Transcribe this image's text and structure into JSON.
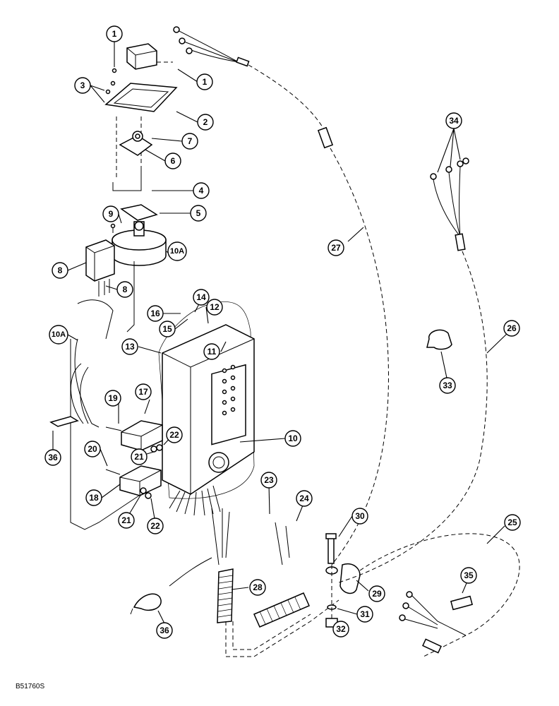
{
  "figure_id": "B51760S",
  "callouts": [
    {
      "id": "c1a",
      "label": "1"
    },
    {
      "id": "c1b",
      "label": "1"
    },
    {
      "id": "c2",
      "label": "2"
    },
    {
      "id": "c3",
      "label": "3"
    },
    {
      "id": "c4",
      "label": "4"
    },
    {
      "id": "c5",
      "label": "5"
    },
    {
      "id": "c6",
      "label": "6"
    },
    {
      "id": "c7",
      "label": "7"
    },
    {
      "id": "c8a",
      "label": "8"
    },
    {
      "id": "c8b",
      "label": "8"
    },
    {
      "id": "c9",
      "label": "9"
    },
    {
      "id": "c10a1",
      "label": "10A"
    },
    {
      "id": "c10a2",
      "label": "10A"
    },
    {
      "id": "c10",
      "label": "10"
    },
    {
      "id": "c11",
      "label": "11"
    },
    {
      "id": "c12",
      "label": "12"
    },
    {
      "id": "c13",
      "label": "13"
    },
    {
      "id": "c14",
      "label": "14"
    },
    {
      "id": "c15",
      "label": "15"
    },
    {
      "id": "c16",
      "label": "16"
    },
    {
      "id": "c17",
      "label": "17"
    },
    {
      "id": "c18",
      "label": "18"
    },
    {
      "id": "c19",
      "label": "19"
    },
    {
      "id": "c20",
      "label": "20"
    },
    {
      "id": "c21a",
      "label": "21"
    },
    {
      "id": "c21b",
      "label": "21"
    },
    {
      "id": "c22a",
      "label": "22"
    },
    {
      "id": "c22b",
      "label": "22"
    },
    {
      "id": "c23",
      "label": "23"
    },
    {
      "id": "c24",
      "label": "24"
    },
    {
      "id": "c25",
      "label": "25"
    },
    {
      "id": "c26",
      "label": "26"
    },
    {
      "id": "c27",
      "label": "27"
    },
    {
      "id": "c28",
      "label": "28"
    },
    {
      "id": "c29",
      "label": "29"
    },
    {
      "id": "c30",
      "label": "30"
    },
    {
      "id": "c31",
      "label": "31"
    },
    {
      "id": "c32",
      "label": "32"
    },
    {
      "id": "c33",
      "label": "33"
    },
    {
      "id": "c34",
      "label": "34"
    },
    {
      "id": "c35",
      "label": "35"
    },
    {
      "id": "c36a",
      "label": "36"
    },
    {
      "id": "c36b",
      "label": "36"
    }
  ]
}
